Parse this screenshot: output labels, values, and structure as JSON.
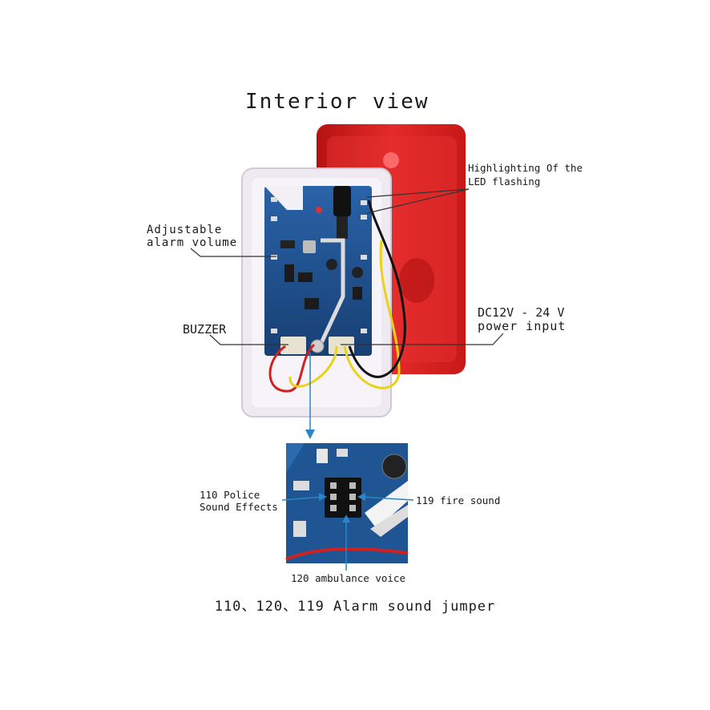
{
  "title": "Interior view",
  "labels": {
    "led": [
      "Highlighting Of the",
      "LED flashing"
    ],
    "volume": [
      "Adjustable",
      "alarm volume"
    ],
    "buzzer": "BUZZER",
    "power": [
      "DC12V - 24 V",
      "power input"
    ],
    "police": [
      "110 Police",
      "Sound Effects"
    ],
    "fire": "119 fire sound",
    "ambulance": "120 ambulance voice"
  },
  "caption": "110、120、119 Alarm sound jumper",
  "colors": {
    "housing_red": "#d81f1f",
    "housing_white": "#f2eef4",
    "pcb_blue": "#1d4f8c",
    "wire_red": "#d02020",
    "wire_yellow": "#e8d21a",
    "arrow_blue": "#2a86c8"
  },
  "icons": [
    "arrow-down-icon",
    "arrow-left-icon",
    "arrow-right-icon",
    "arrow-up-icon"
  ]
}
